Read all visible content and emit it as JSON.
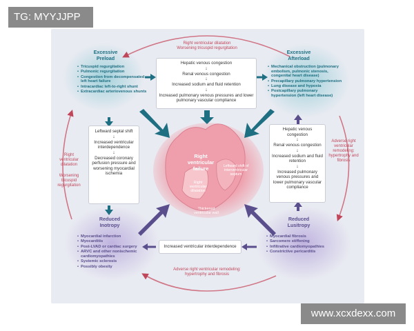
{
  "watermarks": {
    "top": "TG: MYYJJPP",
    "bottom": "www.xcxdexx.com"
  },
  "colors": {
    "teal": "#1e6f82",
    "purple": "#5a4f8c",
    "red": "#c0475a",
    "panel": "#e9ebf2"
  },
  "corners": {
    "preload": {
      "title_1": "Excessive",
      "title_2": "Preload",
      "items": [
        "Tricuspid regurgitation",
        "Pulmonic regurgitation",
        "Congestion from decompensated left heart failure",
        "Intracardiac left-to-right shunt",
        "Extracardiac arteriovenous shunts"
      ]
    },
    "afterload": {
      "title_1": "Excessive",
      "title_2": "Afterload",
      "items": [
        "Mechanical obstruction (pulmonary embolism, pulmonic stenosis, congenital heart disease)",
        "Precapillary pulmonary hypertension",
        "Lung disease and hypoxia",
        "Postcapillary pulmonary hypertension (left heart disease)"
      ]
    },
    "inotropy": {
      "title_1": "Reduced",
      "title_2": "Inotropy",
      "items": [
        "Myocardial infarction",
        "Myocarditis",
        "Post-LVAD or cardiac surgery",
        "ARVC and other nonischemic cardiomyopathies",
        "Systemic sclerosis",
        "Possibly obesity"
      ]
    },
    "lusitropy": {
      "title_1": "Reduced",
      "title_2": "Lusitropy",
      "items": [
        "Myocardial fibrosis",
        "Sarcomere stiffening",
        "Infiltrative cardiomyopathies",
        "Constrictive pericarditis"
      ]
    }
  },
  "boxes": {
    "top": [
      "Hepatic venous congestion",
      "Renal venous congestion",
      "Increased sodium and fluid retention",
      "Increased pulmonary venous pressures and lower pulmonary vascular compliance"
    ],
    "left": [
      "Leftward septal shift",
      "Increased ventricular interdependence",
      "Decreased coronary perfusion pressure and worsening myocardial ischemia"
    ],
    "right": [
      "Hepatic venous congestion",
      "Renal venous congestion",
      "Increased sodium and fluid retention",
      "Increased pulmonary venous pressures and lower pulmonary vascular compliance"
    ],
    "bottom": "Increased ventricular interdependence"
  },
  "cycle_labels": {
    "top_1": "Right ventricular dilatation",
    "top_2": "Worsening tricuspid regurgitation",
    "left_1": "Right ventricular dilatation",
    "left_2": "Worsening tricuspid regurgitation",
    "right": "Adverse right ventricular remodeling: hypertrophy and fibrosis",
    "bottom": "Adverse right ventricular remodeling: hypertrophy and fibrosis"
  },
  "heart": {
    "title": "Right ventricular failure",
    "rv_dilatation": "Right ventricular dilatation",
    "septum": "Leftward shift of interventricular septum",
    "wall": "Thickened ventricular wall"
  }
}
